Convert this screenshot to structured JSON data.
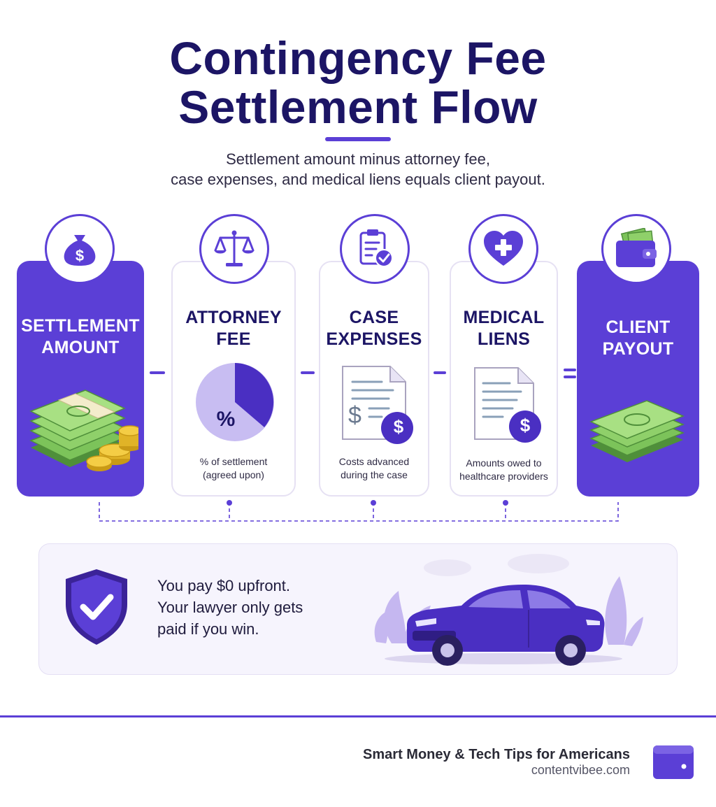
{
  "header": {
    "title_line1": "Contingency Fee",
    "title_line2": "Settlement Flow",
    "subtitle_line1": "Settlement amount minus attorney fee,",
    "subtitle_line2": "case expenses, and medical liens equals client payout."
  },
  "flow": [
    {
      "title_line1": "SETTLEMENT",
      "title_line2": "AMOUNT",
      "icon": "money-bag-icon"
    },
    {
      "title_line1": "ATTORNEY",
      "title_line2": "FEE",
      "icon": "scales-icon",
      "chart_label": "%",
      "caption_line1": "% of settlement",
      "caption_line2": "(agreed upon)"
    },
    {
      "title_line1": "CASE",
      "title_line2": "EXPENSES",
      "icon": "clipboard-check-icon",
      "caption_line1": "Costs advanced",
      "caption_line2": "during the case"
    },
    {
      "title_line1": "MEDICAL",
      "title_line2": "LIENS",
      "icon": "heart-plus-icon",
      "caption_line1": "Amounts owed to",
      "caption_line2": "healthcare providers"
    },
    {
      "title_line1": "CLIENT",
      "title_line2": "PAYOUT",
      "icon": "wallet-icon"
    }
  ],
  "operators": [
    "minus",
    "minus",
    "minus",
    "equals"
  ],
  "doc_symbols": [
    "$",
    "$"
  ],
  "info": {
    "line1": "You pay $0 upfront.",
    "line2": "Your lawyer only gets",
    "line3": "paid if you win."
  },
  "footer": {
    "tagline": "Smart Money & Tech Tips for Americans",
    "site": "contentvibee.com"
  },
  "colors": {
    "accent": "#5b3fd6",
    "title": "#1c1565",
    "light_accent": "#c8bdf2",
    "money_green": "#7cc35a"
  }
}
